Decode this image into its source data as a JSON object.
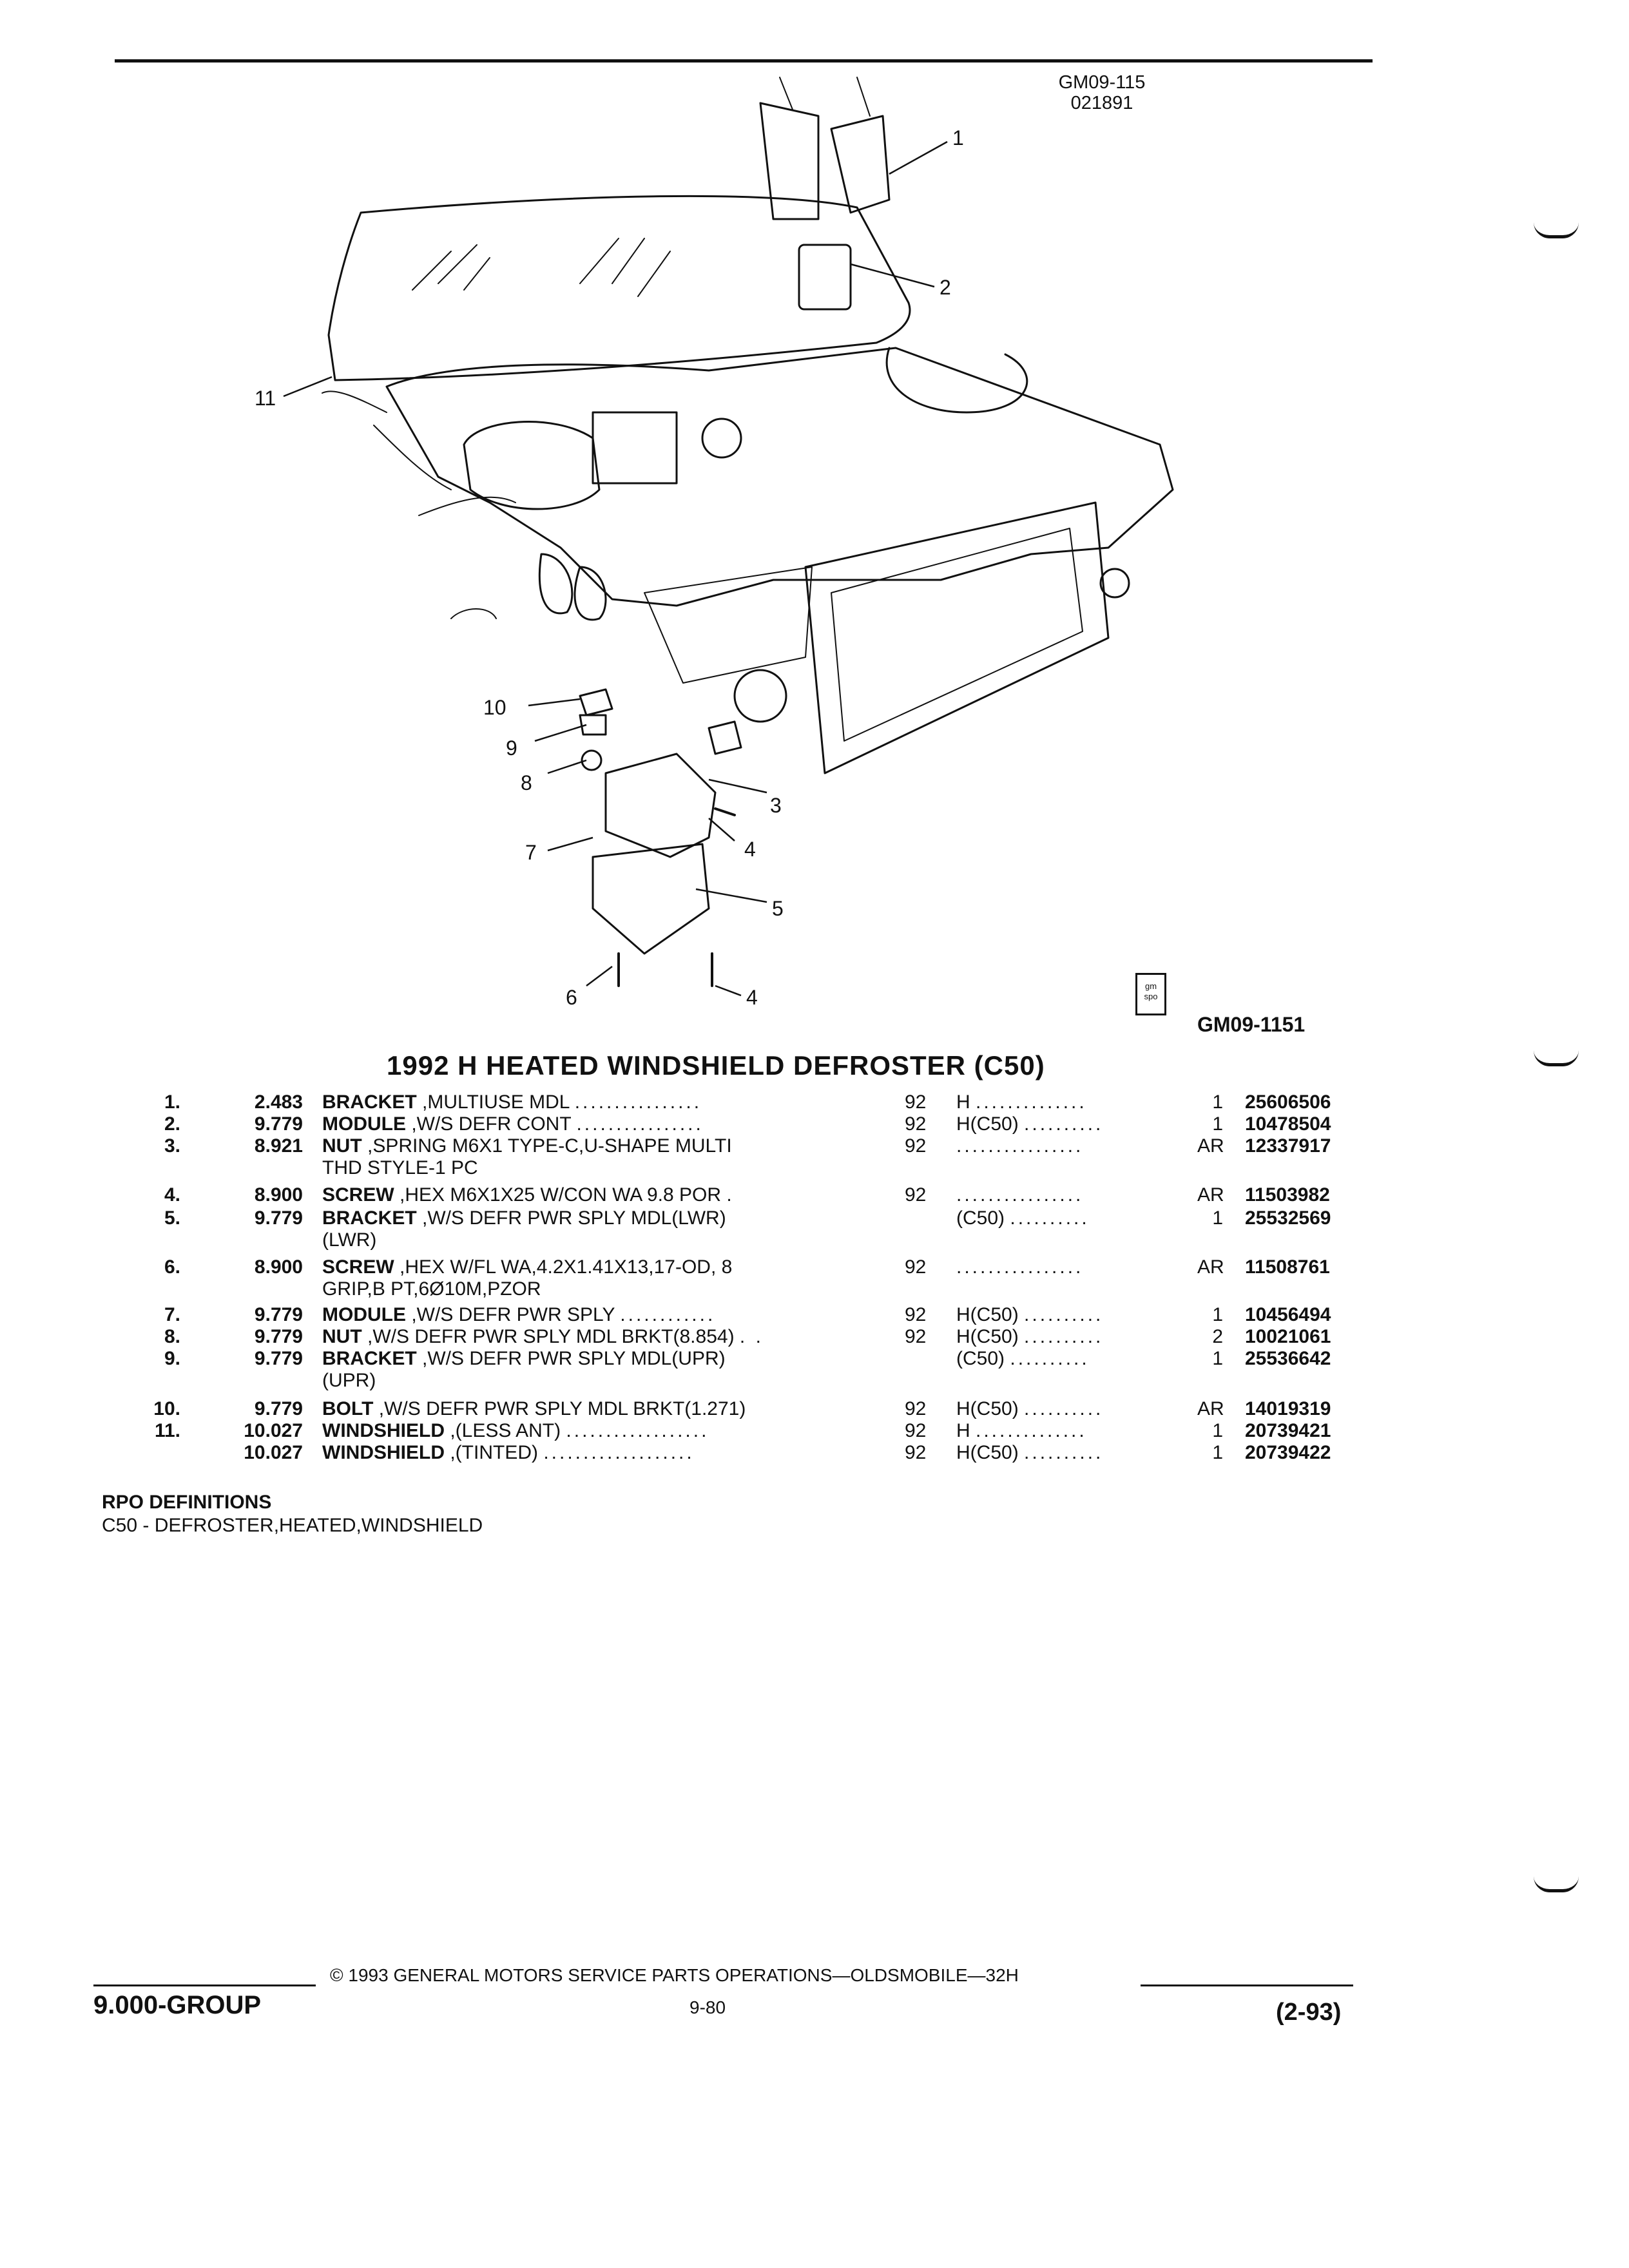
{
  "header": {
    "figure_code": "GM09-115",
    "figure_date": "021891",
    "illustration_code": "GM09-1151",
    "gm_spo_logo": "gm spo"
  },
  "callouts": [
    "1",
    "2",
    "3",
    "4",
    "4",
    "5",
    "6",
    "7",
    "8",
    "9",
    "10",
    "11"
  ],
  "title": "1992 H HEATED WINDSHIELD DEFROSTER (C50)",
  "parts": [
    {
      "num": "1.",
      "group": "2.483",
      "name": "BRACKET",
      "desc": ",MULTIUSE MDL",
      "dots": "................",
      "year": "92",
      "series": "H",
      "series_dots": "..............",
      "qty": "1",
      "part": "25606506"
    },
    {
      "num": "2.",
      "group": "9.779",
      "name": "MODULE",
      "desc": ",W/S DEFR CONT",
      "dots": "................",
      "year": "92",
      "series": "H(C50)",
      "series_dots": "..........",
      "qty": "1",
      "part": "10478504"
    },
    {
      "num": "3.",
      "group": "8.921",
      "name": "NUT",
      "desc": ",SPRING M6X1 TYPE-C,U-SHAPE MULTI",
      "desc2": "THD STYLE-1 PC",
      "dots": "",
      "year": "92",
      "series": "",
      "series_dots": "................",
      "qty": "AR",
      "part": "12337917"
    },
    {
      "num": "4.",
      "group": "8.900",
      "name": "SCREW",
      "desc": ",HEX M6X1X25 W/CON WA 9.8 POR",
      "dots": ".",
      "year": "92",
      "series": "",
      "series_dots": "................",
      "qty": "AR",
      "part": "11503982"
    },
    {
      "num": "5.",
      "group": "9.779",
      "name": "BRACKET",
      "desc": ",W/S DEFR PWR SPLY MDL(LWR)",
      "desc2": "(LWR)",
      "dots": "",
      "year": "",
      "series": "(C50)",
      "series_dots": "..........",
      "qty": "1",
      "part": "25532569"
    },
    {
      "num": "6.",
      "group": "8.900",
      "name": "SCREW",
      "desc": ",HEX W/FL WA,4.2X1.41X13,17-OD, 8",
      "desc2": "GRIP,B PT,6Ø10M,PZOR",
      "dots": "",
      "year": "92",
      "series": "",
      "series_dots": "................",
      "qty": "AR",
      "part": "11508761"
    },
    {
      "num": "7.",
      "group": "9.779",
      "name": "MODULE",
      "desc": ",W/S DEFR PWR SPLY",
      "dots": "............",
      "year": "92",
      "series": "H(C50)",
      "series_dots": "..........",
      "qty": "1",
      "part": "10456494"
    },
    {
      "num": "8.",
      "group": "9.779",
      "name": "NUT",
      "desc": ",W/S DEFR PWR SPLY MDL BRKT(8.854)",
      "dots": ". .",
      "year": "92",
      "series": "H(C50)",
      "series_dots": "..........",
      "qty": "2",
      "part": "10021061"
    },
    {
      "num": "9.",
      "group": "9.779",
      "name": "BRACKET",
      "desc": ",W/S DEFR PWR SPLY MDL(UPR)",
      "desc2": "(UPR)",
      "dots": "",
      "year": "",
      "series": "(C50)",
      "series_dots": "..........",
      "qty": "1",
      "part": "25536642"
    },
    {
      "num": "10.",
      "group": "9.779",
      "name": "BOLT",
      "desc": ",W/S DEFR PWR SPLY MDL BRKT(1.271)",
      "dots": "",
      "year": "92",
      "series": "H(C50)",
      "series_dots": "..........",
      "qty": "AR",
      "part": "14019319"
    },
    {
      "num": "11.",
      "group": "10.027",
      "name": "WINDSHIELD",
      "desc": ",(LESS ANT)",
      "dots": "..................",
      "year": "92",
      "series": "H",
      "series_dots": "..............",
      "qty": "1",
      "part": "20739421"
    },
    {
      "num": "",
      "group": "10.027",
      "name": "WINDSHIELD",
      "desc": ",(TINTED)",
      "dots": "...................",
      "year": "92",
      "series": "H(C50)",
      "series_dots": "..........",
      "qty": "1",
      "part": "20739422"
    }
  ],
  "rpo": {
    "heading": "RPO DEFINITIONS",
    "definition": "C50 - DEFROSTER,HEATED,WINDSHIELD"
  },
  "footer": {
    "copyright": "© 1993 GENERAL MOTORS SERVICE PARTS OPERATIONS—OLDSMOBILE—32H",
    "group": "9.000-GROUP",
    "page": "9-80",
    "date": "(2-93)"
  }
}
